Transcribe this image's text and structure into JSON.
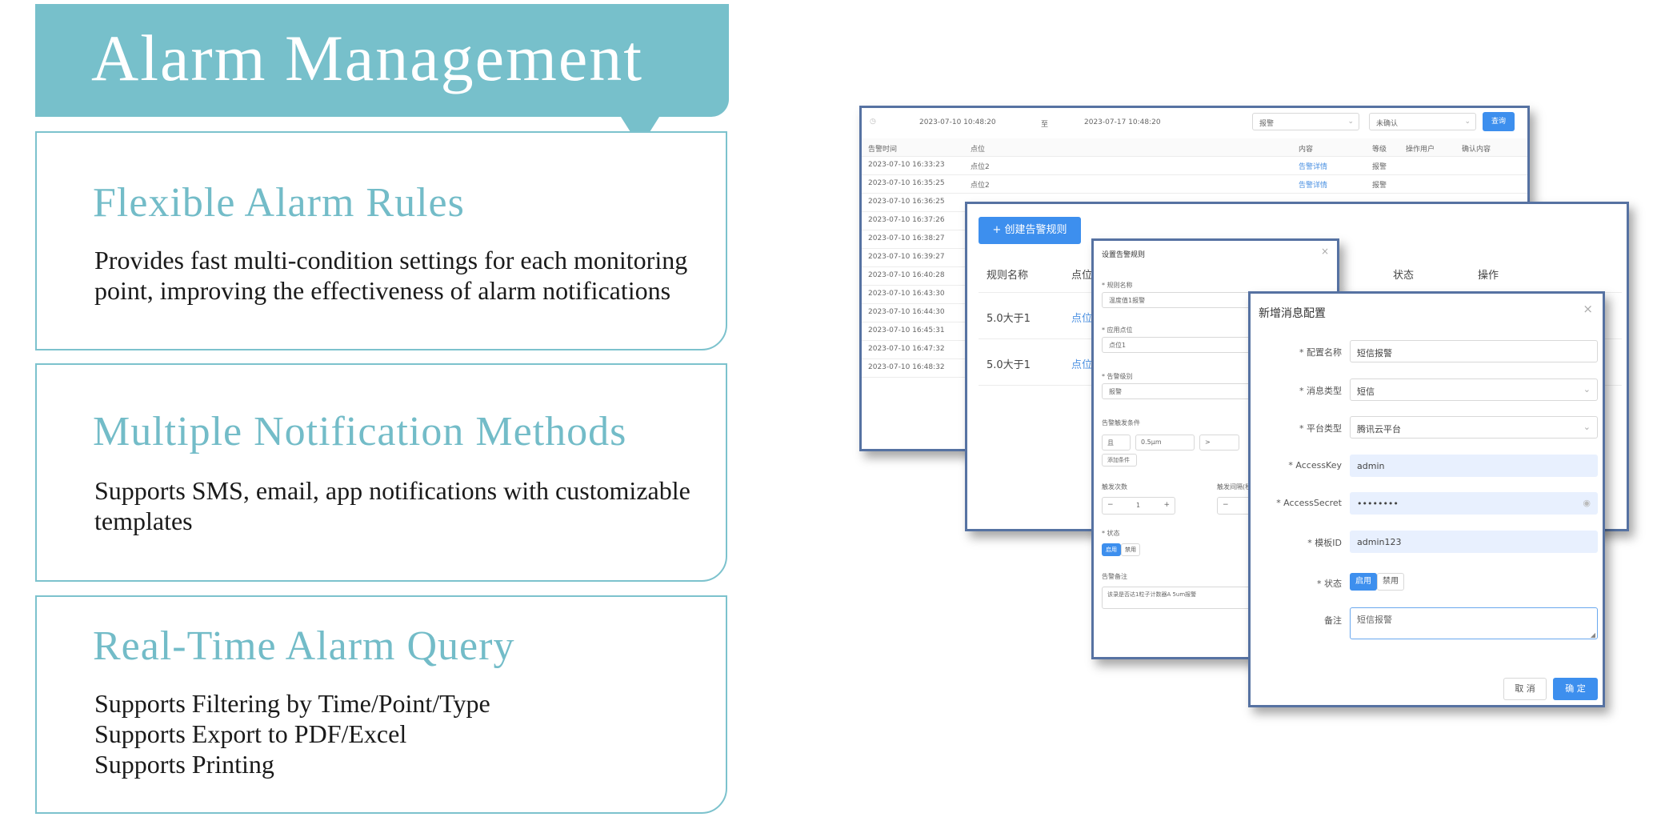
{
  "slide": {
    "title": "Alarm Management",
    "cards": [
      {
        "title": "Flexible Alarm Rules",
        "lines": [
          "Provides fast multi-condition settings for each monitoring",
          "point, improving the effectiveness of alarm notifications"
        ]
      },
      {
        "title": "Multiple Notification Methods",
        "lines": [
          "Supports SMS, email, app notifications with customizable",
          "templates"
        ]
      },
      {
        "title": "Real-Time Alarm Query",
        "lines": [
          "Supports Filtering by Time/Point/Type",
          "Supports Export to PDF/Excel",
          "Supports Printing"
        ]
      }
    ]
  },
  "alarm_list": {
    "start_time": "2023-07-10 10:48:20",
    "to_label": "至",
    "end_time": "2023-07-17 10:48:20",
    "type_value": "报警",
    "confirm_value": "未确认",
    "query_button": "查询",
    "columns": [
      "告警时间",
      "点位",
      "内容",
      "等级",
      "操作用户",
      "确认内容"
    ],
    "rows": [
      {
        "time": "2023-07-10 16:33:23",
        "point": "点位2",
        "content": "告警详情",
        "level": "报警"
      },
      {
        "time": "2023-07-10 16:35:25",
        "point": "点位2",
        "content": "告警详情",
        "level": "报警"
      },
      {
        "time": "2023-07-10 16:36:25"
      },
      {
        "time": "2023-07-10 16:37:26"
      },
      {
        "time": "2023-07-10 16:38:27"
      },
      {
        "time": "2023-07-10 16:39:27"
      },
      {
        "time": "2023-07-10 16:40:28"
      },
      {
        "time": "2023-07-10 16:43:30"
      },
      {
        "time": "2023-07-10 16:44:30"
      },
      {
        "time": "2023-07-10 16:45:31"
      },
      {
        "time": "2023-07-10 16:47:32"
      },
      {
        "time": "2023-07-10 16:48:32"
      }
    ]
  },
  "rule_list": {
    "create_button": "+ 创建告警规则",
    "columns": [
      "规则名称",
      "点位",
      "状态",
      "操作"
    ],
    "rows": [
      {
        "name": "5.0大于1",
        "point": "点位1"
      },
      {
        "name": "5.0大于1",
        "point": "点位2"
      }
    ]
  },
  "rule_dialog": {
    "title": "设置告警规则",
    "close": "×",
    "name_label": "* 规则名称",
    "name_value": "温度值1报警",
    "point_label": "* 应用点位",
    "point_value": "点位1",
    "level_label": "* 告警级别",
    "level_value": "报警",
    "condition_label": "告警触发条件",
    "cond_a": "且",
    "cond_b": "0.5μm",
    "cond_c": ">",
    "add_condition": "添加条件",
    "count_label": "触发次数",
    "count_value": "1",
    "interval_label": "触发间隔(秒)",
    "minus": "−",
    "plus": "+",
    "status_label": "* 状态",
    "enable": "启用",
    "disable": "禁用",
    "remark_label": "告警备注",
    "remark_value": "该录是否达1粒子计数器A 5um报警"
  },
  "msg_dialog": {
    "title": "新增消息配置",
    "close": "×",
    "fields": [
      {
        "label": "* 配置名称",
        "value": "短信报警",
        "kind": "text"
      },
      {
        "label": "* 消息类型",
        "value": "短信",
        "kind": "select"
      },
      {
        "label": "* 平台类型",
        "value": "腾讯云平台",
        "kind": "select"
      },
      {
        "label": "* AccessKey",
        "value": "admin",
        "kind": "filled"
      },
      {
        "label": "* AccessSecret",
        "value": "••••••••",
        "kind": "password"
      },
      {
        "label": "* 模板ID",
        "value": "admin123",
        "kind": "filled"
      }
    ],
    "status_label": "* 状态",
    "enable": "启用",
    "disable": "禁用",
    "remark_label": "备注",
    "remark_value": "短信报警",
    "cancel": "取 消",
    "confirm": "确 定",
    "accent_color": "#3d8fee"
  }
}
